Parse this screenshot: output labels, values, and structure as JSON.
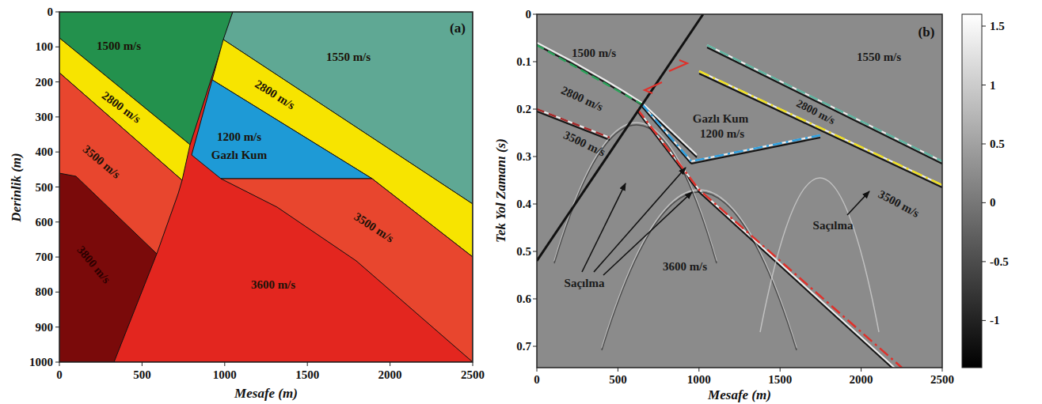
{
  "diagram": {
    "labels": [
      "(a)",
      "1500 m/s",
      "1550 m/s",
      "2800 m/s",
      "2800 m/s",
      "1200 m/s",
      "Gazlı Kum",
      "3500 m/s",
      "3500 m/s",
      "3800 m/s",
      "3600 m/s",
      "Derinlik (m)",
      "0",
      "100",
      "200",
      "300",
      "400",
      "500",
      "600",
      "700",
      "800",
      "900",
      "1000",
      "0",
      "500",
      "1000",
      "1500",
      "2000",
      "2500",
      "Mesafe (m)",
      "(b)",
      "1500 m/s",
      "1550 m/s",
      "2800 m/s",
      "Gazlı Kum",
      "1200 m/s",
      "2800 m/s",
      "3500 m/s",
      "3500 m/s",
      "Saçılma",
      "Saçılma",
      "3600 m/s",
      "Tek Yol Zamanı (s)",
      "0",
      "0.1",
      "0.2",
      "0.3",
      "0.4",
      "0.5",
      "0.6",
      "0.7",
      "0",
      "500",
      "1000",
      "1500",
      "2000",
      "2500",
      "Mesafe (m)",
      "1.5",
      "1",
      "0.5",
      "0",
      "-0.5",
      "-1"
    ]
  }
}
